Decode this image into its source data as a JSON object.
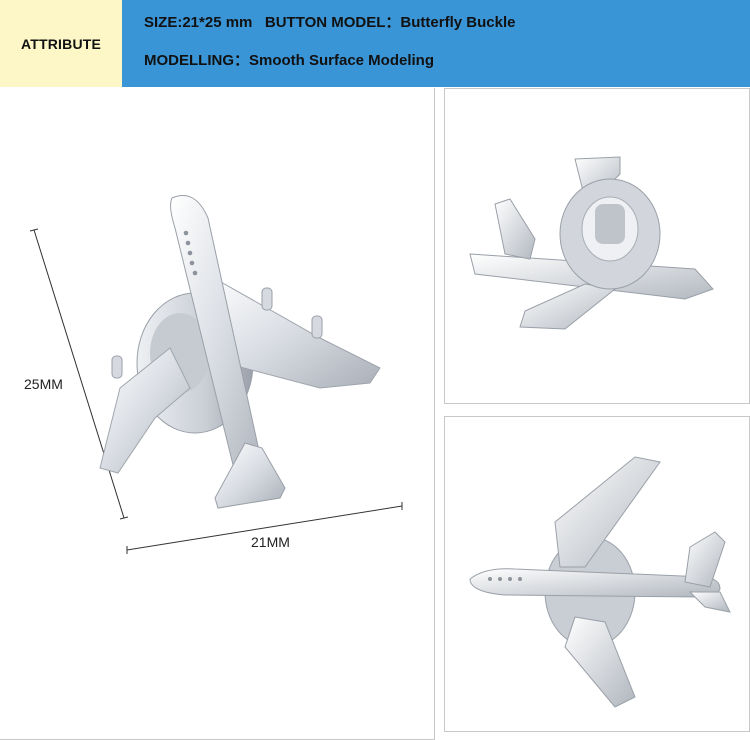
{
  "attribute": {
    "label": "ATTRIBUTE",
    "size_line": "SIZE:21*25 mm   BUTTON MODEL：Butterfly Buckle",
    "modelling_line": "MODELLING：Smooth Surface Modeling"
  },
  "dimensions": {
    "height_label": "25MM",
    "width_label": "21MM"
  },
  "colors": {
    "header_band": "#3a95d6",
    "label_bg": "#fdf7c8",
    "silver": "#dfe3e8"
  }
}
